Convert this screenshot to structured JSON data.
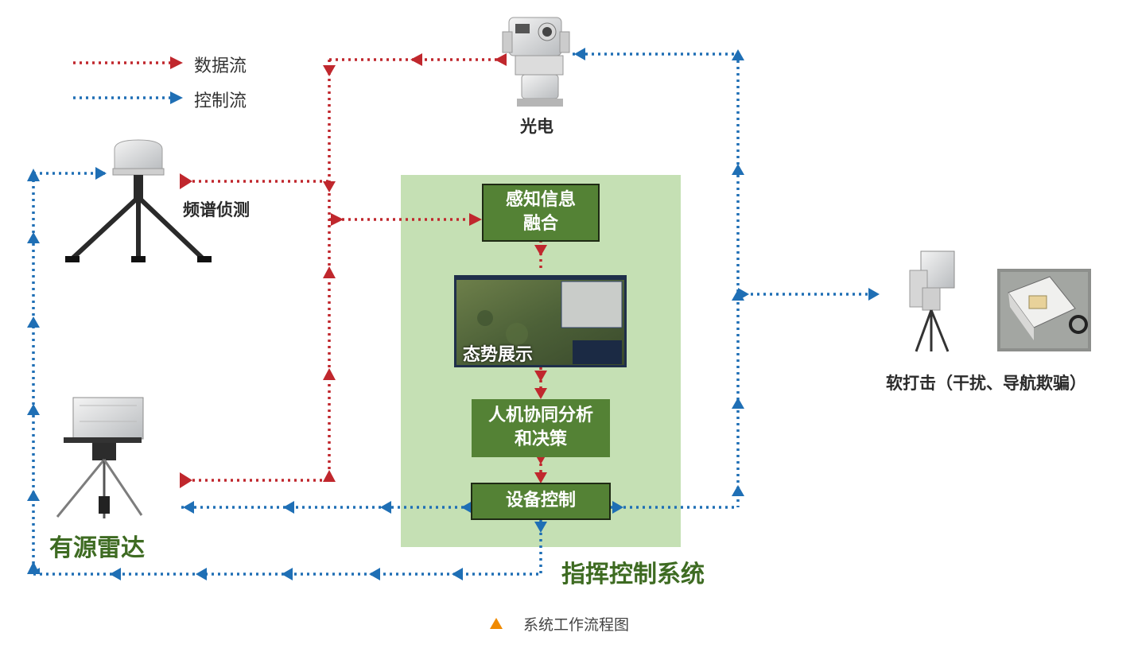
{
  "legend": {
    "data_flow": "数据流",
    "control_flow": "控制流"
  },
  "devices": {
    "electro_optical": "光电",
    "spectrum_detection": "频谱侦测",
    "active_radar": "有源雷达",
    "soft_kill": "软打击（干扰、导航欺骗）"
  },
  "system": {
    "title": "指挥控制系统",
    "step1_line1": "感知信息",
    "step1_line2": "融合",
    "step2": "态势展示",
    "step3_line1": "人机协同分析",
    "step3_line2": "和决策",
    "step4": "设备控制"
  },
  "caption": "系统工作流程图",
  "colors": {
    "data_flow": "#c0272d",
    "control_flow": "#1f6fb5",
    "system_bg": "#c5e0b4",
    "step_box": "#548235",
    "title_green": "#3e6b22",
    "caption_marker": "#f08a00"
  }
}
